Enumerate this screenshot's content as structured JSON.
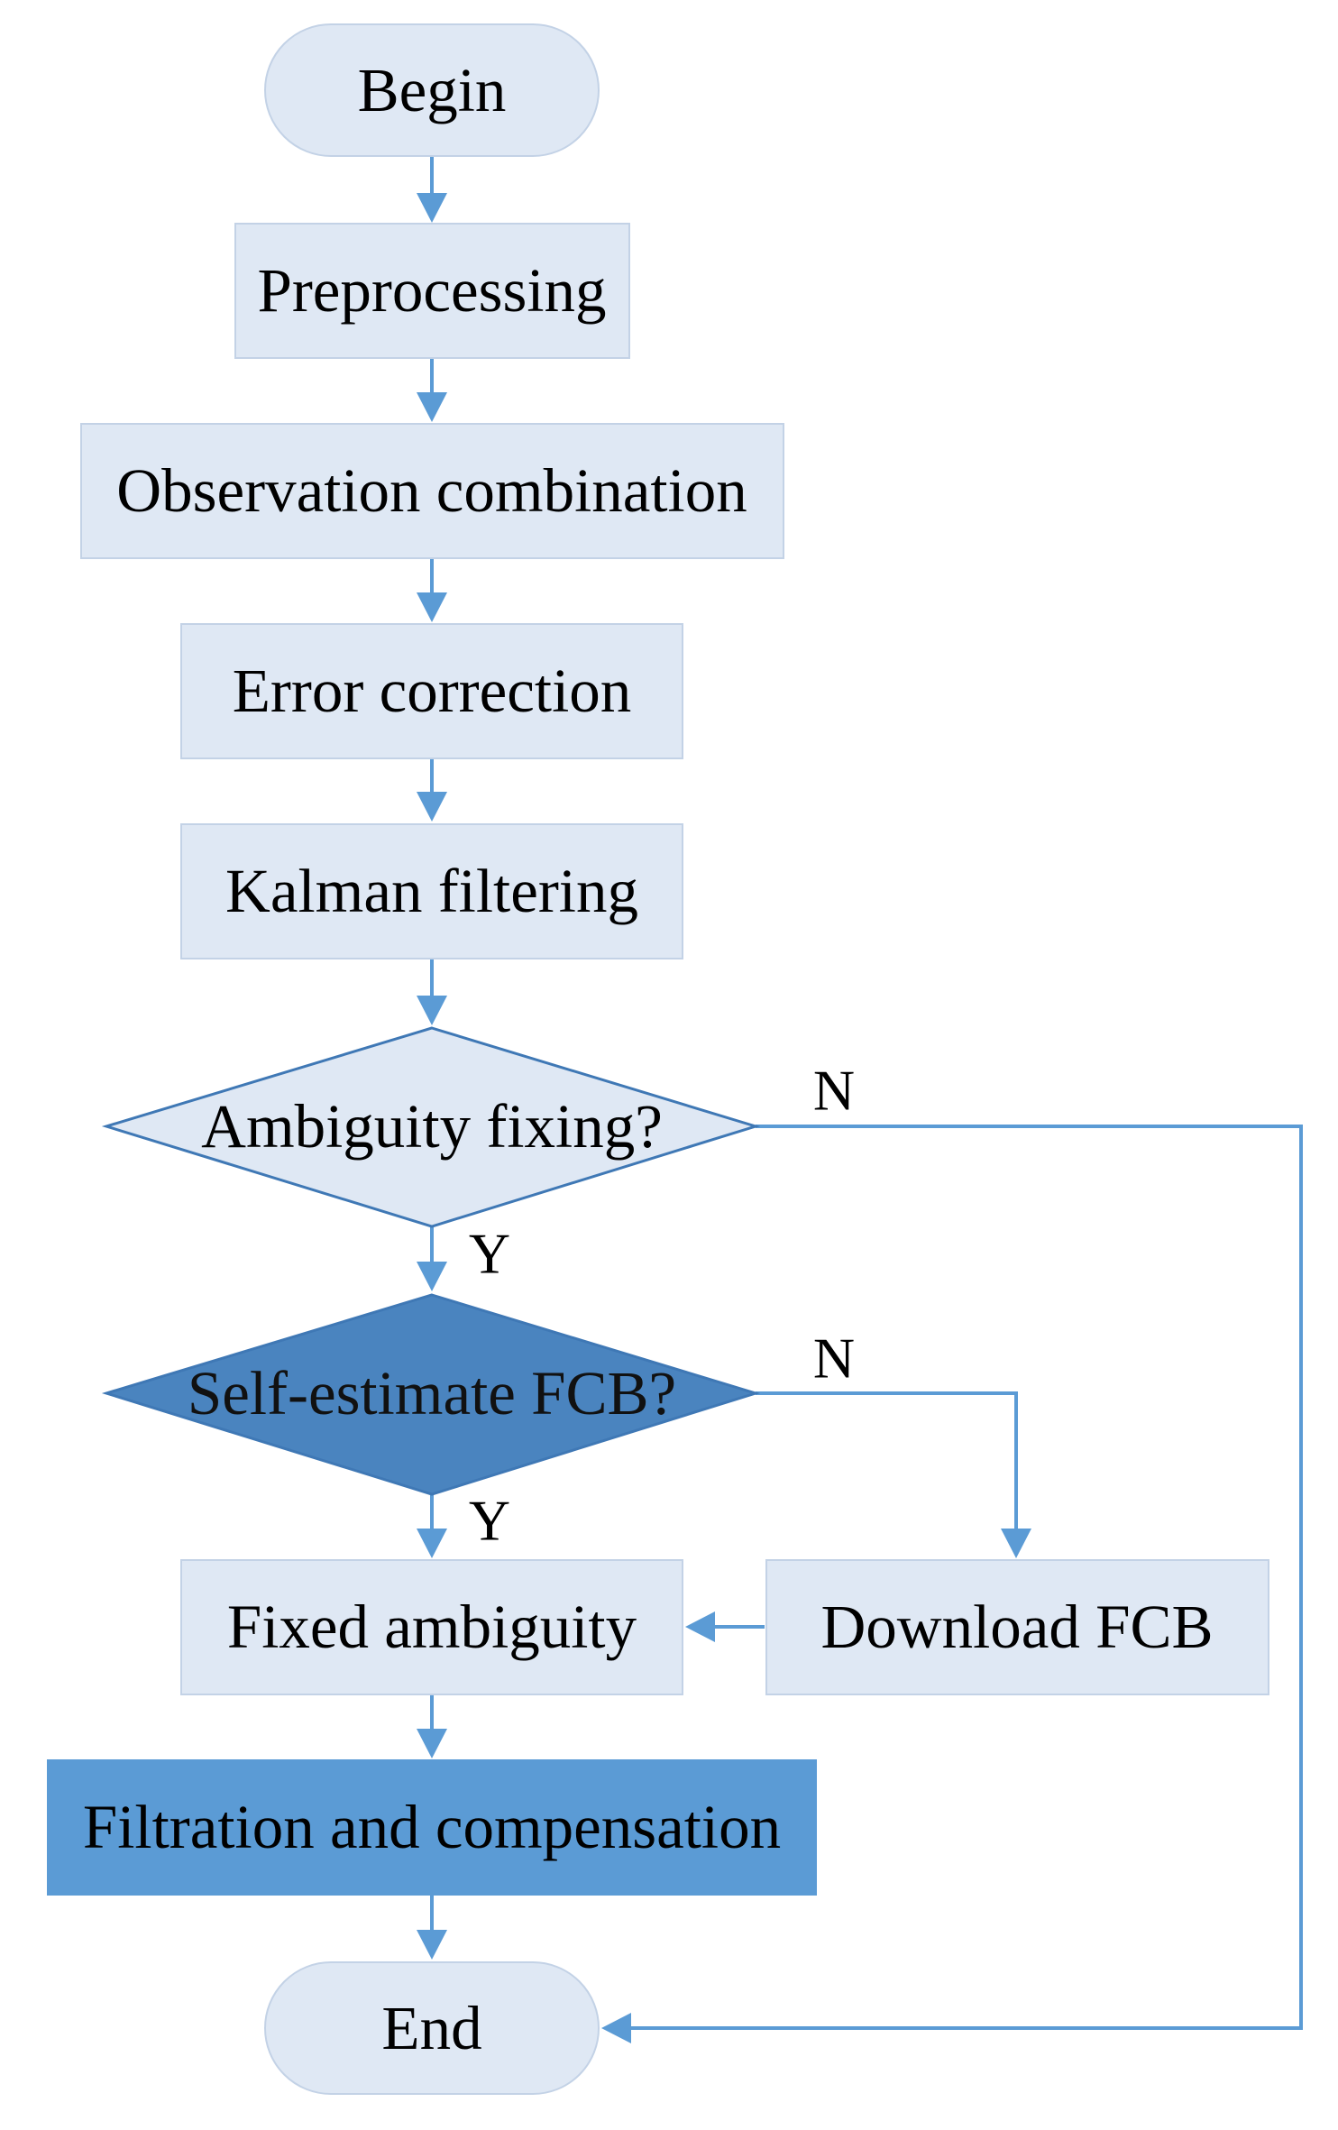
{
  "nodes": {
    "begin": "Begin",
    "preprocessing": "Preprocessing",
    "observation_combination": "Observation combination",
    "error_correction": "Error correction",
    "kalman_filtering": "Kalman filtering",
    "ambiguity_fixing": "Ambiguity fixing?",
    "self_estimate_fcb": "Self-estimate FCB?",
    "fixed_ambiguity": "Fixed ambiguity",
    "download_fcb": "Download FCB",
    "filtration_compensation": "Filtration and compensation",
    "end": "End"
  },
  "branches": {
    "ambiguity_no": "N",
    "ambiguity_yes": "Y",
    "fcb_no": "N",
    "fcb_yes": "Y"
  },
  "colors": {
    "box_fill": "#dfe8f4",
    "accent": "#5b9bd5",
    "dark_diamond": "#4a84bf",
    "edge": "#5b9bd5"
  }
}
